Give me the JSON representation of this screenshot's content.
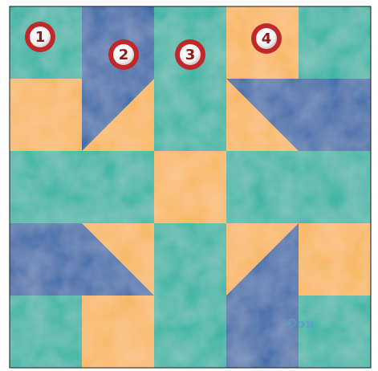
{
  "colors": {
    "teal": "#25b3a2",
    "teal_light": "#3cc8b0",
    "blue": "#2f65a8",
    "blue_dark": "#214c86",
    "orange": "#f8b55a",
    "orange_light": "#ffc56a",
    "frame": "#1a1a1a",
    "badge_ring": "#c0282a",
    "badge_fill": "#ffffff"
  },
  "grid": {
    "rows": 5,
    "cols": 5
  },
  "quilt": {
    "cells": [
      [
        "teal",
        "blue",
        "teal",
        "orange",
        "teal"
      ],
      [
        "orange",
        "hst-blue-orange-tl",
        "teal",
        "hst-blue-orange-tr",
        "blue"
      ],
      [
        "teal",
        "teal",
        "orange",
        "teal",
        "teal"
      ],
      [
        "blue",
        "hst-blue-orange-bl",
        "teal",
        "hst-blue-orange-br",
        "orange"
      ],
      [
        "teal",
        "orange",
        "teal",
        "blue",
        "teal"
      ]
    ]
  },
  "markers": [
    {
      "label": "1",
      "col": 0,
      "row": 0
    },
    {
      "label": "2",
      "col": 1,
      "row": 0
    },
    {
      "label": "3",
      "col": 2,
      "row": 0
    },
    {
      "label": "4",
      "col": 3,
      "row": 0
    }
  ],
  "logo": {
    "text": "©ᴐᴚ",
    "icon": "quilt-logo-icon"
  }
}
